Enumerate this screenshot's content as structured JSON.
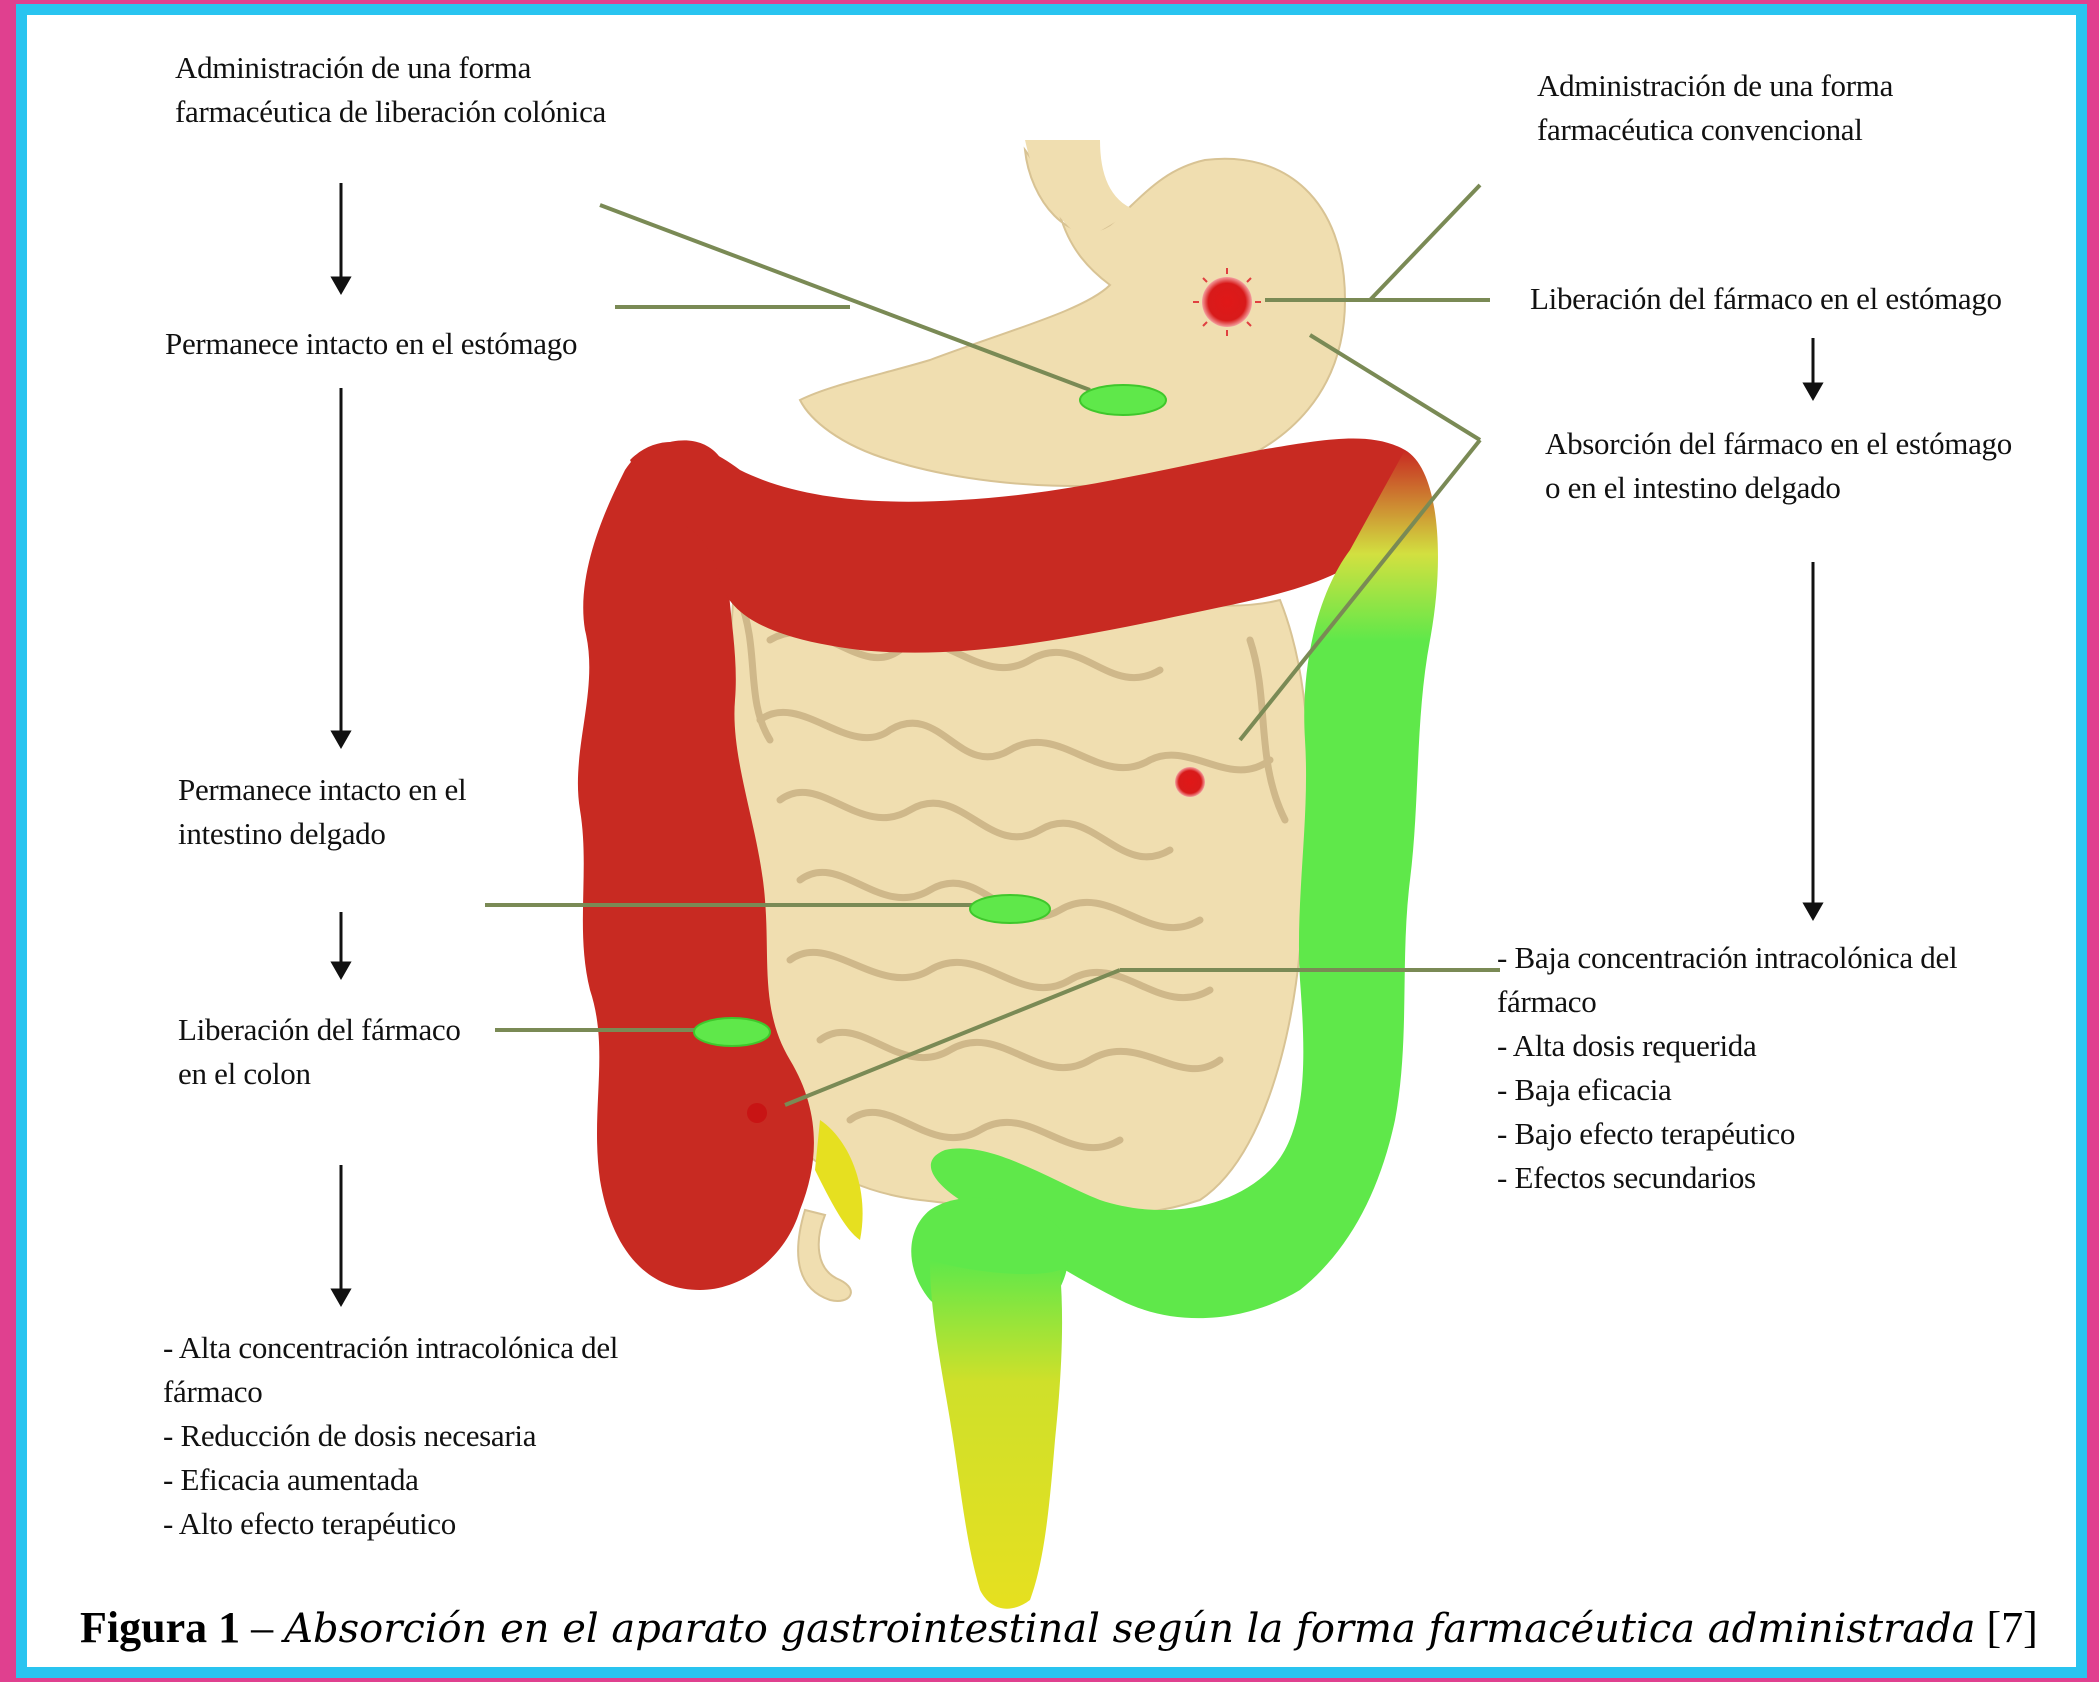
{
  "left_column": {
    "colonic_admin": [
      "Administración de una forma",
      "farmacéutica de liberación colónica"
    ],
    "intact_stomach": [
      "Permanece intacto en el estómago"
    ],
    "intact_small_intestine": [
      "Permanece intacto en el",
      "intestino delgado"
    ],
    "release_colon": [
      "Liberación del fármaco",
      "en el colon"
    ],
    "outcomes": [
      "- Alta concentración intracolónica del",
      "fármaco",
      "- Reducción de dosis necesaria",
      "- Eficacia aumentada",
      "- Alto efecto terapéutico"
    ]
  },
  "right_column": {
    "conventional_admin": [
      "Administración de una forma",
      "farmacéutica convencional"
    ],
    "release_stomach": [
      "Liberación del fármaco en el estómago"
    ],
    "absorption": [
      "Absorción del fármaco en el estómago",
      "o en el intestino delgado"
    ],
    "outcomes": [
      "-  Baja concentración intracolónica del",
      "fármaco",
      "- Alta dosis requerida",
      "- Baja eficacia",
      "- Bajo efecto terapéutico",
      "- Efectos secundarios"
    ]
  },
  "caption": {
    "figure_label": "Figura 1",
    "dash": " – ",
    "title": "Absorción en el aparato gastrointestinal según la forma farmacéutica administrada",
    "reference": " [7]"
  },
  "colors": {
    "border_outer": "#e0408f",
    "border_inner": "#29c4f0",
    "colon_red": "#c82a22",
    "colon_green": "#5fe84a",
    "rectum_yellow": "#e6e020",
    "tissue": "#f0deb0",
    "capsule": "#5fe84a",
    "drug_dot": "#d81a1a",
    "leader": "#7a8a55"
  }
}
